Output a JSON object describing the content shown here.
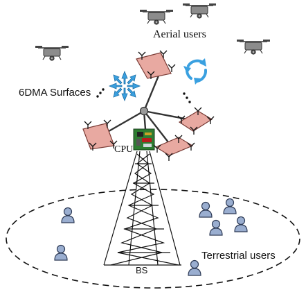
{
  "labels": {
    "aerial_users": "Aerial users",
    "surfaces": "6DMA Surfaces",
    "cpu": "CPU",
    "base_station": "BS",
    "terrestrial_users": "Terrestrial users"
  },
  "colors": {
    "surface_fill": "#e8a9a1",
    "surface_stroke": "#7a3c36",
    "person_fill": "#9aaed0",
    "person_stroke": "#2d3a55",
    "arrow_fill": "#3aa0e0",
    "drone_body": "#8c8c8c",
    "cpu_board": "#2e7d32"
  },
  "icons": {
    "drone": "drone-icon",
    "person": "person-icon",
    "rotate": "rotate-arrows-icon",
    "translate": "translate-arrows-icon",
    "cpu": "cpu-board-icon"
  }
}
